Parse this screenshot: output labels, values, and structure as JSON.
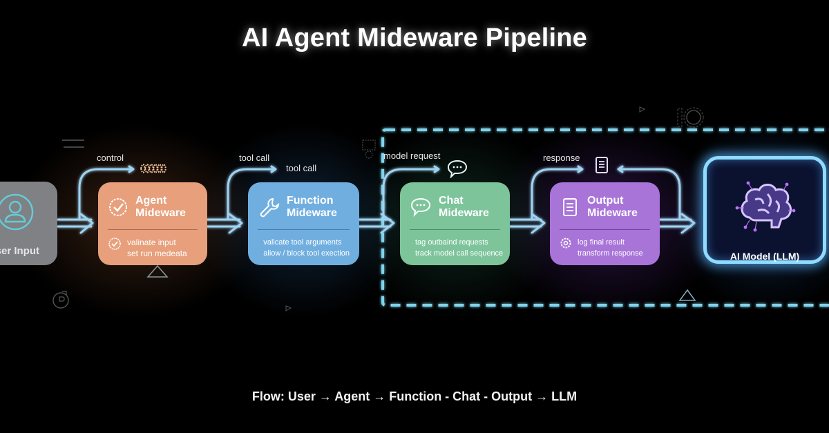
{
  "title": "AI Agent Mideware Pipeline",
  "footer": "Flow: User → Agent → Function - Chat - Output → LLM",
  "colors": {
    "user": "#8d8f93",
    "agent": "#e79f7c",
    "function": "#70aee0",
    "chat": "#7dc49b",
    "output": "#a874d8",
    "llm_border": "#8fdcff",
    "arrow": "#9fd3f2",
    "dashed_region": "#7fd3ec"
  },
  "nodes": {
    "user": {
      "label": "ser Input",
      "icon": "user-icon"
    },
    "agent": {
      "title_line1": "Agent",
      "title_line2": "Mideware",
      "icon": "check-circle-icon",
      "body_icon": "check-circle-icon",
      "body": [
        "valinate input",
        "set run medeata"
      ]
    },
    "function": {
      "title_line1": "Function",
      "title_line2": "Mideware",
      "icon": "wrench-icon",
      "body_icon": "cross-tools-icon",
      "body": [
        "valicate tool arguments",
        "aliow / block tool exection"
      ]
    },
    "chat": {
      "title_line1": "Chat",
      "title_line2": "Mideware",
      "icon": "chat-bubble-icon",
      "body_icon": "gear-icon",
      "body": [
        "tag outbaind requests",
        "track model call sequence"
      ]
    },
    "output": {
      "title_line1": "Output",
      "title_line2": "Mideware",
      "icon": "scroll-icon",
      "body_icon": "gear-icon",
      "body": [
        "log final result",
        "transform response"
      ]
    },
    "llm": {
      "label": "AI Model (LLM)",
      "icon": "brain-icon"
    }
  },
  "edge_labels": {
    "control": "control",
    "tool_call_1": "tool call",
    "tool_call_2": "tool call",
    "model_request": "model request",
    "response": "response"
  }
}
